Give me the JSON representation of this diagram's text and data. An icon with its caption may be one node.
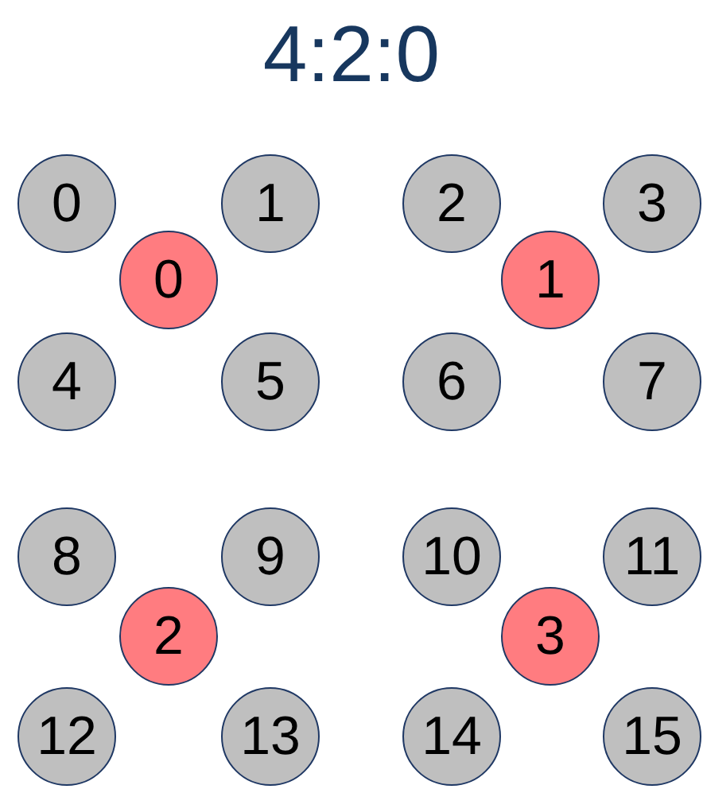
{
  "diagram": {
    "title": "4:2:0",
    "nodes": [
      {
        "text": [
          "0"
        ]
      },
      {
        "text": [
          "1"
        ]
      },
      {
        "text": [
          "2"
        ]
      },
      {
        "text": [
          "3"
        ]
      },
      {
        "text": [
          "0"
        ]
      },
      {
        "text": [
          "1"
        ]
      },
      {
        "text": [
          "4"
        ]
      },
      {
        "text": [
          "5"
        ]
      },
      {
        "text": [
          "6"
        ]
      },
      {
        "text": [
          "7"
        ]
      },
      {
        "text": [
          "8"
        ]
      },
      {
        "text": [
          "9"
        ]
      },
      {
        "text": [
          "10"
        ]
      },
      {
        "text": [
          "11"
        ]
      },
      {
        "text": [
          "2"
        ]
      },
      {
        "text": [
          "3"
        ]
      },
      {
        "text": [
          "12"
        ]
      },
      {
        "text": [
          "13"
        ]
      },
      {
        "text": [
          "14"
        ]
      },
      {
        "text": [
          "15"
        ]
      }
    ]
  }
}
